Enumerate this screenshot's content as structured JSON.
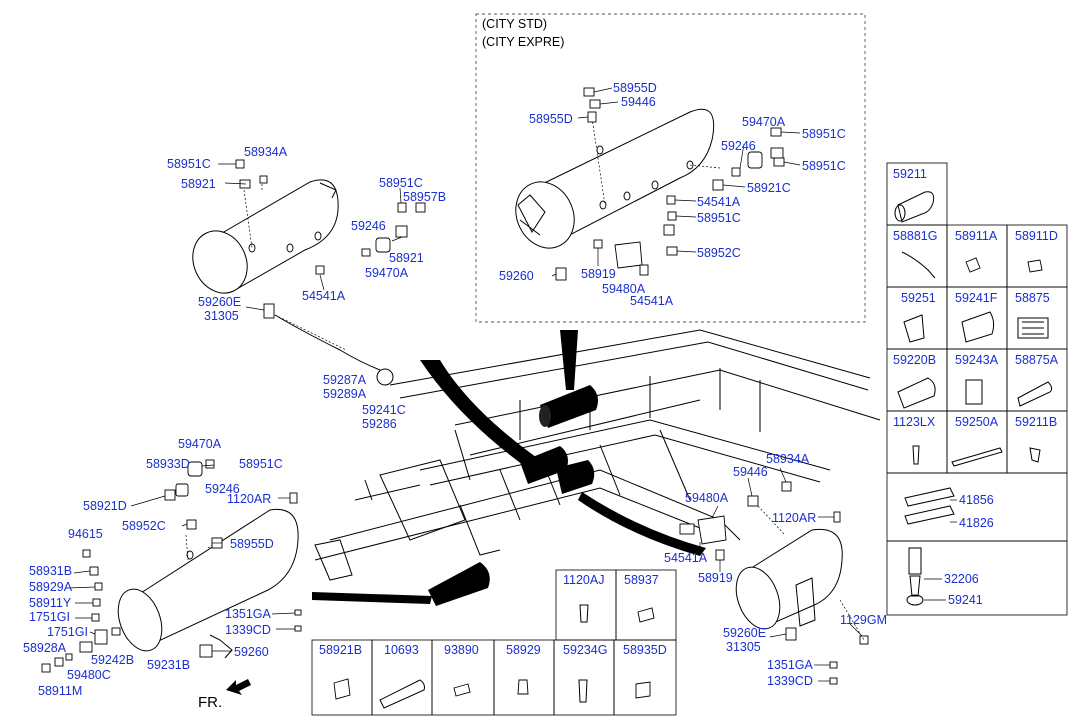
{
  "inset": {
    "line1": "(CITY STD)",
    "line2": "(CITY EXPRE)"
  },
  "direction": {
    "label": "FR."
  },
  "callouts": {
    "c58955D_a": "58955D",
    "c59446_a": "59446",
    "c58955D_b": "58955D",
    "c59470A_a": "59470A",
    "c58951C_a": "58951C",
    "c59246_a": "59246",
    "c58951C_b": "58951C",
    "c58921C": "58921C",
    "c54541A_a": "54541A",
    "c58951C_c": "58951C",
    "c58952C_a": "58952C",
    "c59260_a": "59260",
    "c58919_a": "58919",
    "c59480A_a": "59480A",
    "c54541A_b": "54541A",
    "c58951C_d": "58951C",
    "c58934A_a": "58934A",
    "c58921_a": "58921",
    "c58951C_e": "58951C",
    "c58957B": "58957B",
    "c59246_b": "59246",
    "c58921_b": "58921",
    "c59470A_b": "59470A",
    "c54541A_c": "54541A",
    "c59260E_a": "59260E",
    "c31305_a": "31305",
    "c59287A": "59287A",
    "c59289A": "59289A",
    "c59241C": "59241C",
    "c59286": "59286",
    "c59470A_c": "59470A",
    "c58933D": "58933D",
    "c58951C_f": "58951C",
    "c58921D": "58921D",
    "c59246_c": "59246",
    "c1120AR_a": "1120AR",
    "c94615": "94615",
    "c58952C_b": "58952C",
    "c58955D_c": "58955D",
    "c58931B": "58931B",
    "c58929A": "58929A",
    "c58911Y": "58911Y",
    "c1751GI_a": "1751GI",
    "c1751GI_b": "1751GI",
    "c58928A": "58928A",
    "c59242B": "59242B",
    "c59480C": "59480C",
    "c58911M": "58911M",
    "c59231B": "59231B",
    "c59260_b": "59260",
    "c1351GA_a": "1351GA",
    "c1339CD_a": "1339CD",
    "c58934A_b": "58934A",
    "c59446_b": "59446",
    "c59480A_b": "59480A",
    "c1120AR_b": "1120AR",
    "c54541A_d": "54541A",
    "c58919_b": "58919",
    "c1129GM": "1129GM",
    "c59260E_b": "59260E",
    "c31305_b": "31305",
    "c1351GA_b": "1351GA",
    "c1339CD_b": "1339CD"
  },
  "right_table": {
    "r1": [
      "59211"
    ],
    "r2": [
      "58881G",
      "58911A",
      "58911D"
    ],
    "r3": [
      "59251",
      "59241F",
      "58875"
    ],
    "r4": [
      "59220B",
      "59243A",
      "58875A"
    ],
    "r5": [
      "1123LX",
      "59250A",
      "59211B"
    ],
    "r6_labels": [
      "41856",
      "41826"
    ],
    "r7_labels": [
      "32206",
      "59241"
    ]
  },
  "bottom_table": {
    "top_codes": [
      "1120AJ",
      "58937"
    ],
    "codes": [
      "58921B",
      "10693",
      "93890",
      "58929",
      "59234G",
      "58935D"
    ]
  },
  "colors": {
    "callout": "#1a2fd0",
    "line": "#000000",
    "inset_border": "#555555"
  }
}
